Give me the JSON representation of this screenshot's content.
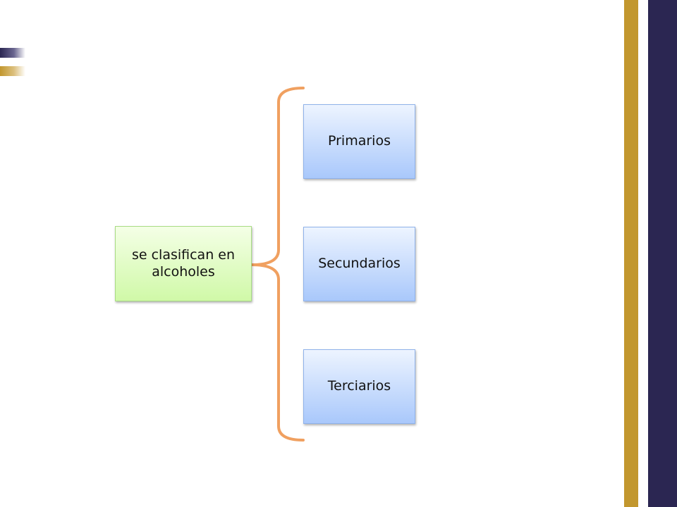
{
  "diagram": {
    "root": {
      "label": "se clasifican en alcoholes"
    },
    "children": [
      {
        "label": "Primarios"
      },
      {
        "label": "Secundarios"
      },
      {
        "label": "Terciarios"
      }
    ],
    "colors": {
      "root_fill_top": "#f4ffe6",
      "root_fill_bottom": "#d0f9a8",
      "child_fill_top": "#edf4ff",
      "child_fill_bottom": "#a9c8fb",
      "brace": "#f0a060",
      "stripe_gold": "#c2972e",
      "stripe_navy": "#2b2652"
    }
  }
}
